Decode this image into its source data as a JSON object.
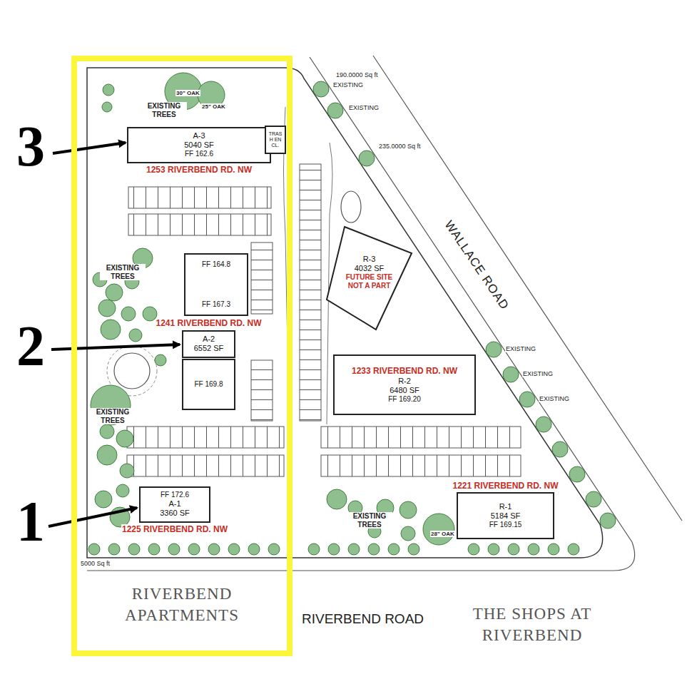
{
  "diagram": {
    "nodes": [
      {
        "text": [
          "RIVERBEND APARTMENTS"
        ]
      },
      {
        "text": [
          "A-3",
          "5040 SF",
          "FF 162.6",
          "1253 RIVERBEND RD. NW"
        ],
        "in": 0
      },
      {
        "text": [
          "TRASH ENCL."
        ],
        "in": 0
      },
      {
        "text": [
          "FF 164.8",
          "FF 167.3"
        ],
        "in": 0
      },
      {
        "text": [
          "1241 RIVERBEND RD. NW",
          "A-2",
          "6552 SF"
        ],
        "in": 0
      },
      {
        "text": [
          "FF 169.8"
        ],
        "in": 0
      },
      {
        "text": [
          "FF 172.6",
          "A-1",
          "3360 SF",
          "1225 RIVERBEND RD. NW"
        ],
        "in": 0
      },
      {
        "text": [
          "R-3",
          "4032 SF",
          "FUTURE SITE NOT A PART"
        ]
      },
      {
        "text": [
          "1233 RIVERBEND RD. NW",
          "R-2",
          "6480 SF",
          "FF 169.20"
        ]
      },
      {
        "text": [
          "1221 RIVERBEND RD. NW",
          "R-1",
          "5184 SF",
          "FF 169.15"
        ]
      }
    ],
    "labels": [
      "3",
      "30\" OAK",
      "25\" OAK",
      "EXISTING TREES",
      "EXISTING",
      "190.0000 Sq ft",
      "EXISTING",
      "235.0000 Sq ft",
      "WALLACE ROAD",
      "EXISTING TREES",
      "2",
      "EXISTING",
      "EXISTING",
      "EXISTING",
      "EXISTING TREES",
      "1",
      "EXISTING TREES",
      "28\" OAK",
      "5000 Sq ft",
      "RIVERBEND ROAD",
      "THE SHOPS AT RIVERBEND"
    ]
  }
}
